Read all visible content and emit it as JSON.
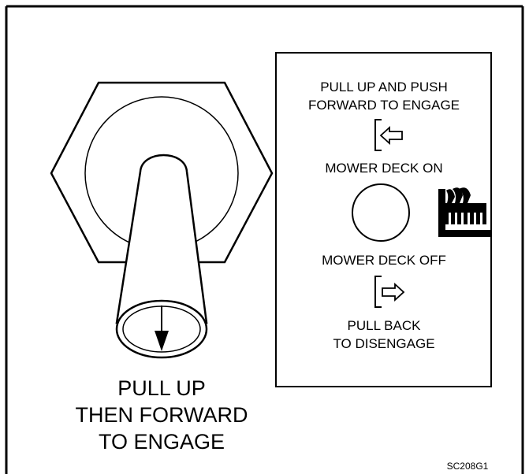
{
  "lever_label": {
    "line1": "PULL UP",
    "line2": "THEN FORWARD",
    "line3": "TO ENGAGE"
  },
  "decal": {
    "engage_line1": "PULL UP AND PUSH",
    "engage_line2": "FORWARD TO ENGAGE",
    "on_label": "MOWER DECK ON",
    "off_label": "MOWER DECK OFF",
    "disengage_line1": "PULL BACK",
    "disengage_line2": "TO DISENGAGE",
    "deck_icon": "mower-deck-icon"
  },
  "figure_code": "SC208G1"
}
